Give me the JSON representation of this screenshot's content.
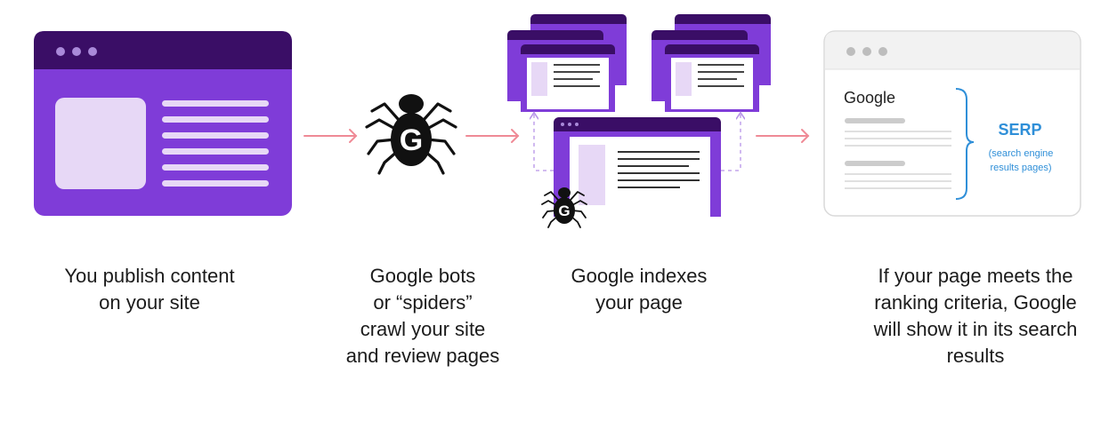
{
  "colors": {
    "purple": "#7f3cd8",
    "purple_dark": "#3a0e66",
    "lavender": "#e7d8f6",
    "arrow": "#ef8a96",
    "serp_blue": "#2f8fd8",
    "spider": "#111111",
    "grey_frame": "#d9d9d9",
    "grey_bar": "#f2f2f2",
    "grey_line": "#e0e0e0",
    "grey_line_dark": "#cccccc"
  },
  "icons": {
    "spider": "spider-icon",
    "arrow": "arrow-right-icon",
    "browser": "browser-window-icon"
  },
  "serp": {
    "brand": "Google",
    "title": "SERP",
    "subtitle_line1": "(search engine",
    "subtitle_line2": "results pages)"
  },
  "spider_letter": "G",
  "steps": [
    {
      "caption": "You publish content\non your site"
    },
    {
      "caption": "Google bots\nor “spiders”\ncrawl your site\nand review pages"
    },
    {
      "caption": "Google indexes\nyour page"
    },
    {
      "caption": "If your page meets the\nranking criteria, Google\nwill show it in its search\nresults"
    }
  ]
}
